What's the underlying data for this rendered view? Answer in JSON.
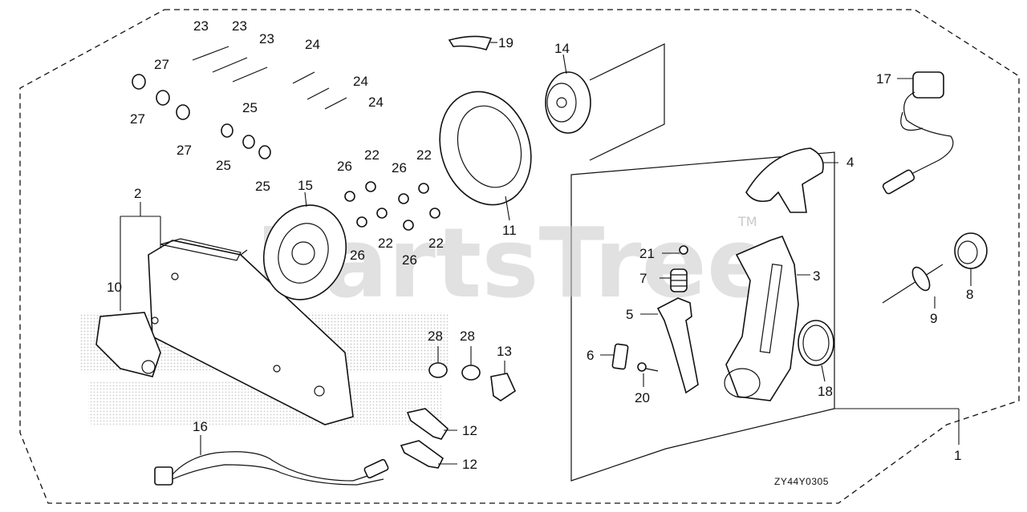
{
  "diagram": {
    "drawing_code": "ZY44Y0305",
    "watermark": "PartsTree",
    "watermark_tm": "TM",
    "callouts": {
      "c1": "1",
      "c2": "2",
      "c3": "3",
      "c4": "4",
      "c5": "5",
      "c6": "6",
      "c7": "7",
      "c8": "8",
      "c9": "9",
      "c10": "10",
      "c11": "11",
      "c12a": "12",
      "c12b": "12",
      "c13": "13",
      "c14": "14",
      "c15": "15",
      "c16": "16",
      "c17": "17",
      "c18": "18",
      "c19": "19",
      "c20": "20",
      "c21": "21",
      "c22a": "22",
      "c22b": "22",
      "c22c": "22",
      "c22d": "22",
      "c23a": "23",
      "c23b": "23",
      "c23c": "23",
      "c24a": "24",
      "c24b": "24",
      "c24c": "24",
      "c25a": "25",
      "c25b": "25",
      "c25c": "25",
      "c26a": "26",
      "c26b": "26",
      "c26c": "26",
      "c26d": "26",
      "c27a": "27",
      "c27b": "27",
      "c27c": "27",
      "c28a": "28",
      "c28b": "28"
    }
  }
}
